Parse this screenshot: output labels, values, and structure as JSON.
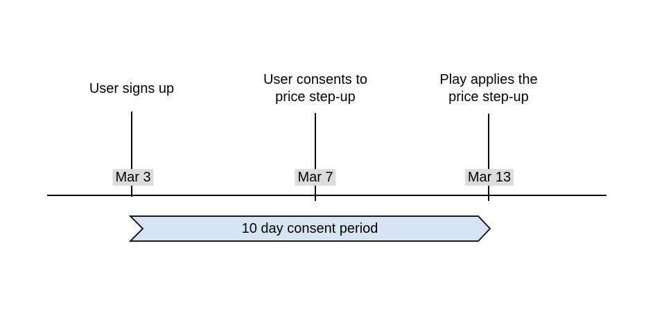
{
  "diagram": {
    "background_color": "#ffffff",
    "line_color": "#000000",
    "text_color": "#000000",
    "date_label_bg": "#dcdcdc",
    "events": [
      {
        "label": "User signs up",
        "date": "Mar 3"
      },
      {
        "label": "User consents to\nprice step-up",
        "date": "Mar 7"
      },
      {
        "label": "Play applies the\nprice step-up",
        "date": "Mar 13"
      }
    ],
    "banner": {
      "label": "10 day consent period",
      "fill": "#d7e4f2",
      "border": "#1a1a1a"
    }
  }
}
